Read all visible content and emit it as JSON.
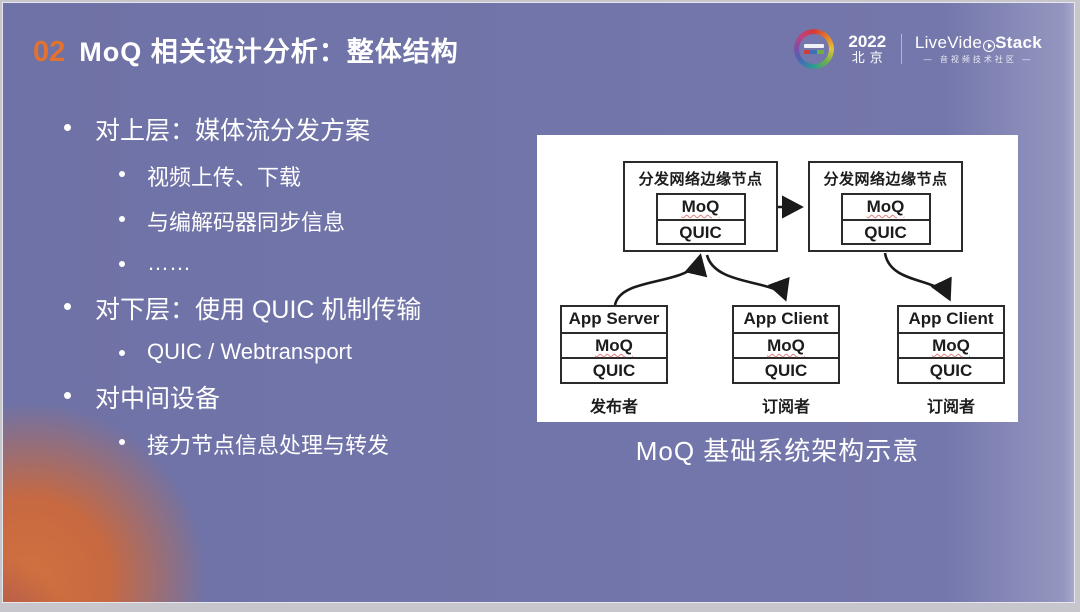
{
  "slide": {
    "number": "02",
    "title": "MoQ 相关设计分析：整体结构",
    "accent_color": "#e2722e",
    "background_color": "#7477ab"
  },
  "brand": {
    "year": "2022",
    "city": "北京",
    "name_prefix": "LiveVide",
    "name_suffix": "Stack",
    "tagline": "— 音视频技术社区 —"
  },
  "bullets": [
    {
      "label": "对上层：媒体流分发方案",
      "children": [
        "视频上传、下载",
        "与编解码器同步信息",
        "……"
      ]
    },
    {
      "label": "对下层：使用 QUIC 机制传输",
      "children": [
        "QUIC / Webtransport"
      ]
    },
    {
      "label": "对中间设备",
      "children": [
        "接力节点信息处理与转发"
      ]
    }
  ],
  "diagram": {
    "caption": "MoQ 基础系统架构示意",
    "edge_nodes": [
      {
        "title": "分发网络边缘节点",
        "layers": [
          "MoQ",
          "QUIC"
        ]
      },
      {
        "title": "分发网络边缘节点",
        "layers": [
          "MoQ",
          "QUIC"
        ]
      }
    ],
    "hosts": [
      {
        "rows": [
          "App Server",
          "MoQ",
          "QUIC"
        ],
        "role": "发布者"
      },
      {
        "rows": [
          "App Client",
          "MoQ",
          "QUIC"
        ],
        "role": "订阅者"
      },
      {
        "rows": [
          "App Client",
          "MoQ",
          "QUIC"
        ],
        "role": "订阅者"
      }
    ],
    "line_color": "#1a1a1a"
  }
}
